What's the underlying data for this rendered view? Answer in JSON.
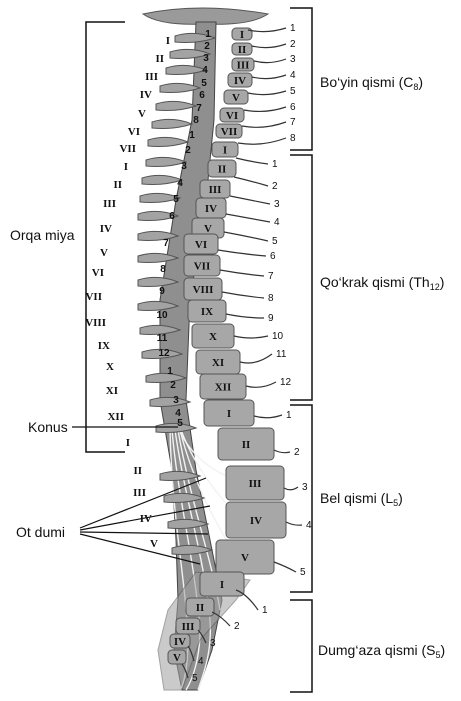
{
  "labels": {
    "cervical": {
      "main": "Bo‘yin qismi (C",
      "sub": "8",
      "close": ")"
    },
    "thoracic": {
      "main": "Qo‘krak qismi (Th",
      "sub": "12",
      "close": ")"
    },
    "lumbar": {
      "main": "Bel qismi (L",
      "sub": "5",
      "close": ")"
    },
    "sacral": {
      "main": "Dumg‘aza qismi (S",
      "sub": "5",
      "close": ")"
    },
    "spinal_cord": "Orqa miya",
    "conus": "Konus",
    "cauda": "Ot dumi"
  },
  "left_romans": [
    "I",
    "II",
    "III",
    "IV",
    "V",
    "VI",
    "VII",
    "I",
    "II",
    "III",
    "IV",
    "V",
    "VI",
    "VII",
    "VIII",
    "IX",
    "X",
    "XI",
    "XII",
    "I",
    "II",
    "III",
    "IV",
    "V"
  ],
  "cord_numbers": [
    "1",
    "2",
    "3",
    "4",
    "5",
    "6",
    "7",
    "8",
    "1",
    "2",
    "3",
    "4",
    "5",
    "6",
    "7",
    "8",
    "9",
    "10",
    "11",
    "12",
    "1",
    "2",
    "3",
    "4",
    "5"
  ],
  "cervical_vertebrae": [
    "I",
    "II",
    "III",
    "IV",
    "V",
    "VI",
    "VII"
  ],
  "thoracic_vertebrae": [
    "I",
    "II",
    "III",
    "IV",
    "V",
    "VI",
    "VII",
    "VIII",
    "IX",
    "X",
    "XI",
    "XII"
  ],
  "lumbar_vertebrae": [
    "I",
    "II",
    "III",
    "IV",
    "V"
  ],
  "sacral_vertebrae": [
    "I",
    "II",
    "III",
    "IV",
    "V"
  ],
  "cervical_nerves": [
    "1",
    "2",
    "3",
    "4",
    "5",
    "6",
    "7",
    "8"
  ],
  "thoracic_nerves": [
    "1",
    "2",
    "3",
    "4",
    "5",
    "6",
    "7",
    "8",
    "9",
    "10",
    "11",
    "12"
  ],
  "lumbar_nerves": [
    "1",
    "2",
    "3",
    "4",
    "5"
  ],
  "sacral_nerves": [
    "1",
    "2",
    "3",
    "4",
    "5"
  ]
}
